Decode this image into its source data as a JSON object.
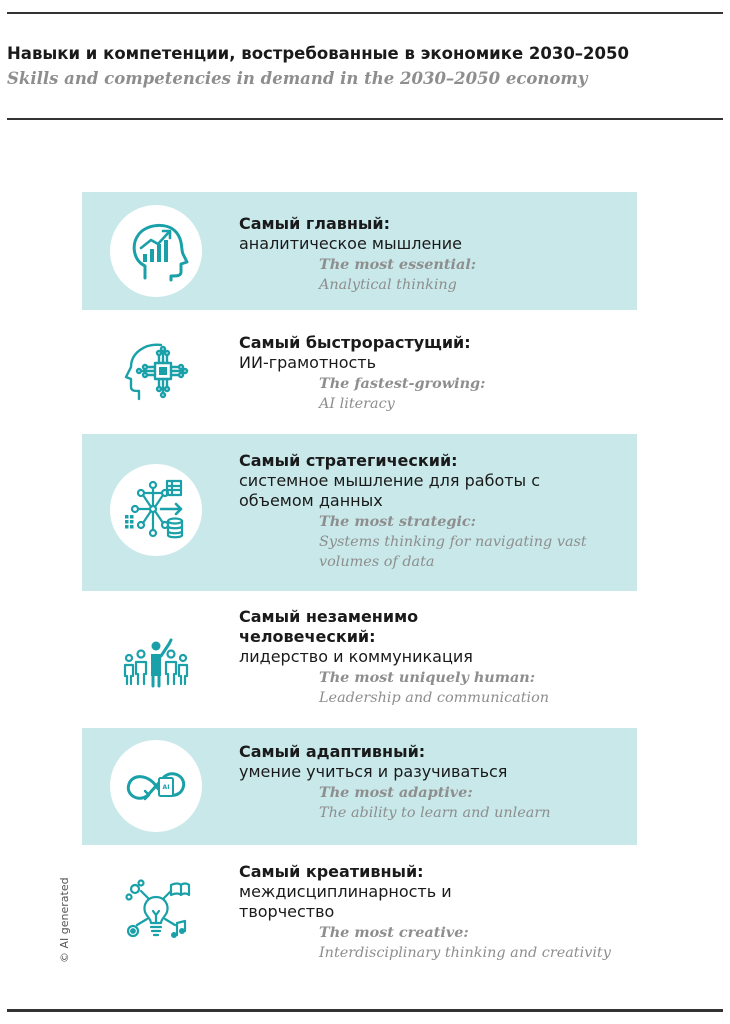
{
  "header": {
    "title_ru": "Навыки и компетенции, востребованные в экономике 2030–2050",
    "title_en": "Skills and competencies in demand in the 2030–2050 economy"
  },
  "items": [
    {
      "icon": "head-growth-chart-icon",
      "head_ru": "Самый главный:",
      "desc_ru": "аналитическое мышление",
      "head_en": "The most essential:",
      "desc_en": "Analytical thinking"
    },
    {
      "icon": "ai-chip-head-icon",
      "head_ru": "Самый быстрорастущий:",
      "desc_ru": "ИИ-грамотность",
      "head_en": "The fastest-growing:",
      "desc_en": "AI literacy"
    },
    {
      "icon": "data-network-icon",
      "head_ru": "Самый стратегический:",
      "desc_ru": "системное мышление для работы с объемом данных",
      "head_en": "The most strategic:",
      "desc_en": "Systems thinking for navigating vast volumes of data"
    },
    {
      "icon": "team-leader-icon",
      "head_ru": "Самый незаменимо человеческий:",
      "desc_ru": "лидерство и коммуникация",
      "head_en": "The most uniquely human:",
      "desc_en": "Leadership and communication"
    },
    {
      "icon": "infinity-ai-icon",
      "head_ru": "Самый адаптивный:",
      "desc_ru": "умение учиться и разучиваться",
      "head_en": "The most adaptive:",
      "desc_en": "The ability to learn and unlearn"
    },
    {
      "icon": "lightbulb-ideas-icon",
      "head_ru": "Самый креативный:",
      "desc_ru": "междисциплинарность и творчество",
      "head_en": "The most creative:",
      "desc_en": "Interdisciplinary thinking and creativity"
    }
  ],
  "credit": "© AI generated",
  "colors": {
    "accent": "#1aa0a8",
    "band": "#c8e8ea",
    "muted": "#8e8e8e"
  }
}
